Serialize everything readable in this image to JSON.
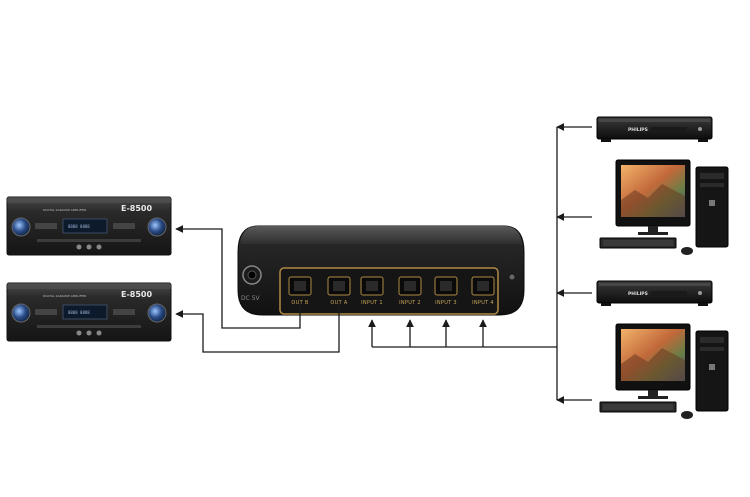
{
  "amplifiers": [
    {
      "brand": "E-8500",
      "subtitle": "DIGITAL KARAOKE AMPLIFIER",
      "display": "8888 8888"
    },
    {
      "brand": "E-8500",
      "subtitle": "DIGITAL KARAOKE AMPLIFIER",
      "display": "8888 8888"
    }
  ],
  "hub": {
    "power_label": "DC 5V",
    "ports": [
      {
        "label": "OUT B"
      },
      {
        "label": "OUT A"
      },
      {
        "label": "INPUT 1"
      },
      {
        "label": "INPUT 2"
      },
      {
        "label": "INPUT 3"
      },
      {
        "label": "INPUT 4"
      }
    ]
  },
  "sources": [
    {
      "type": "disc-player",
      "brand": "PHILIPS"
    },
    {
      "type": "desktop-computer"
    },
    {
      "type": "disc-player",
      "brand": "PHILIPS"
    },
    {
      "type": "desktop-computer"
    }
  ],
  "colors": {
    "line": "#1a1a1a",
    "hub_body": "#3a3a3a",
    "hub_panel": "#1e1e1e",
    "hub_gold": "#b08a45",
    "amp_body": "#232323"
  }
}
